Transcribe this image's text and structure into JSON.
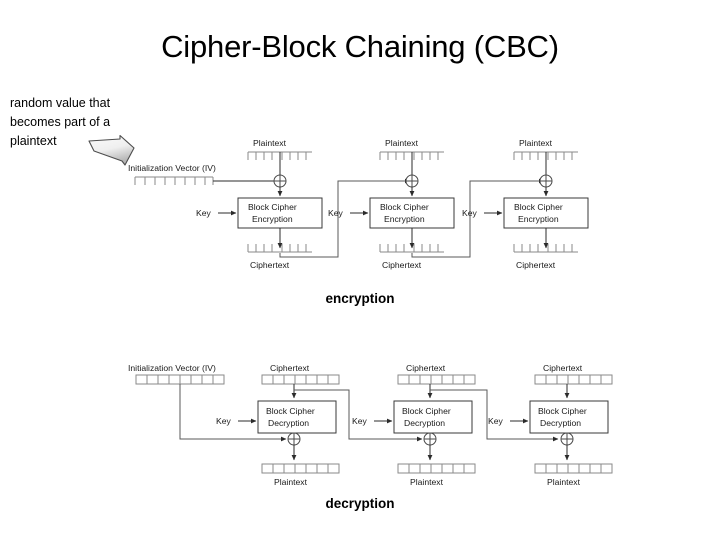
{
  "slide": {
    "title": "Cipher-Block Chaining (CBC)",
    "annotation": "random value that becomes part of a plaintext",
    "annotation_lines": [
      "random value that",
      "becomes part of a",
      "plaintext"
    ],
    "callout_icon": "block-arrow-down-right-icon"
  },
  "captions": {
    "encryption": "encryption",
    "decryption": "decryption"
  },
  "labels": {
    "plaintext": "Plaintext",
    "ciphertext": "Ciphertext",
    "key": "Key",
    "iv": "Initialization Vector (IV)",
    "block_cipher_encryption_line1": "Block Cipher",
    "block_cipher_encryption_line2": "Encryption",
    "block_cipher_decryption_line1": "Block Cipher",
    "block_cipher_decryption_line2": "Decryption",
    "xor": "xor-operator-icon"
  },
  "encryption_diagram": {
    "name": "cbc-encryption-diagram",
    "block_count": 3,
    "iv_label": "Initialization Vector (IV)",
    "stages": [
      {
        "index": 1,
        "input_label": "Plaintext",
        "key_label": "Key",
        "cipher_label": "Block Cipher Encryption",
        "output_label": "Ciphertext",
        "xor_inputs": [
          "Initialization Vector (IV)",
          "Plaintext"
        ]
      },
      {
        "index": 2,
        "input_label": "Plaintext",
        "key_label": "Key",
        "cipher_label": "Block Cipher Encryption",
        "output_label": "Ciphertext",
        "xor_inputs": [
          "Ciphertext (previous block)",
          "Plaintext"
        ]
      },
      {
        "index": 3,
        "input_label": "Plaintext",
        "key_label": "Key",
        "cipher_label": "Block Cipher Encryption",
        "output_label": "Ciphertext",
        "xor_inputs": [
          "Ciphertext (previous block)",
          "Plaintext"
        ]
      }
    ]
  },
  "decryption_diagram": {
    "name": "cbc-decryption-diagram",
    "block_count": 3,
    "iv_label": "Initialization Vector (IV)",
    "stages": [
      {
        "index": 1,
        "input_label": "Ciphertext",
        "key_label": "Key",
        "cipher_label": "Block Cipher Decryption",
        "output_label": "Plaintext",
        "xor_inputs": [
          "Initialization Vector (IV)",
          "Block Cipher Decryption output"
        ]
      },
      {
        "index": 2,
        "input_label": "Ciphertext",
        "key_label": "Key",
        "cipher_label": "Block Cipher Decryption",
        "output_label": "Plaintext",
        "xor_inputs": [
          "Ciphertext (previous block)",
          "Block Cipher Decryption output"
        ]
      },
      {
        "index": 3,
        "input_label": "Ciphertext",
        "key_label": "Key",
        "cipher_label": "Block Cipher Decryption",
        "output_label": "Plaintext",
        "xor_inputs": [
          "Ciphertext (previous block)",
          "Block Cipher Decryption output"
        ]
      }
    ]
  },
  "colors": {
    "background": "#ffffff",
    "text": "#000000",
    "diagram_text": "#1a1a1a",
    "wire": "#5a5a5a",
    "box_border": "#3a3a3a",
    "cell_border": "#8a8a8a",
    "arrow_fill_light": "#f2f2f2",
    "arrow_fill_dark": "#b8b8b8",
    "arrow_border": "#4d4d4d"
  }
}
